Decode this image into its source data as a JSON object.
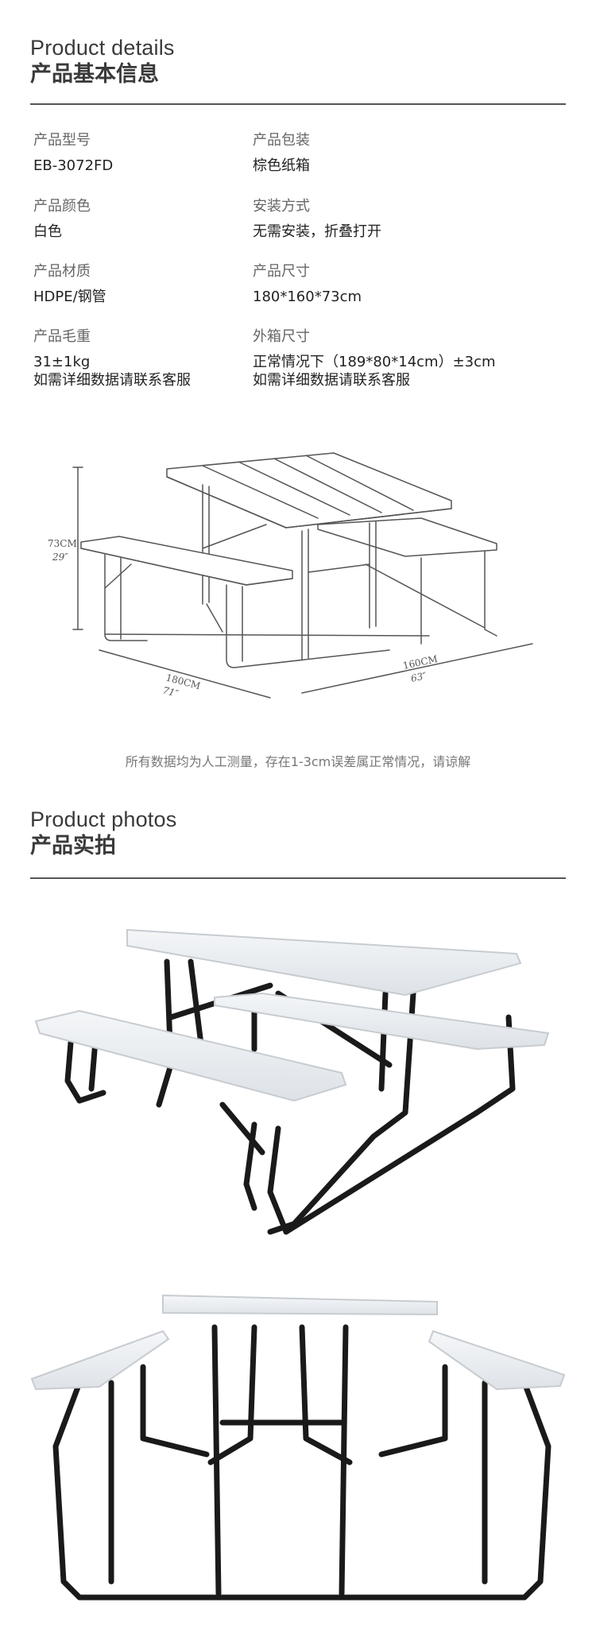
{
  "details": {
    "title_en": "Product details",
    "title_zh": "产品基本信息",
    "specs": [
      {
        "label": "产品型号",
        "value": "EB-3072FD",
        "value2": ""
      },
      {
        "label": "产品包装",
        "value": "棕色纸箱",
        "value2": ""
      },
      {
        "label": "产品颜色",
        "value": "白色",
        "value2": ""
      },
      {
        "label": "安装方式",
        "value": "无需安装，折叠打开",
        "value2": ""
      },
      {
        "label": "产品材质",
        "value": "HDPE/钢管",
        "value2": ""
      },
      {
        "label": "产品尺寸",
        "value": "180*160*73cm",
        "value2": ""
      },
      {
        "label": "产品毛重",
        "value": "31±1kg",
        "value2": "如需详细数据请联系客服"
      },
      {
        "label": "外箱尺寸",
        "value": "正常情况下（189*80*14cm）±3cm",
        "value2": "如需详细数据请联系客服"
      }
    ]
  },
  "diagram": {
    "height_cm": "73CM",
    "height_in": "29″",
    "length_cm": "180CM",
    "length_in": "71″",
    "width_cm": "160CM",
    "width_in": "63″"
  },
  "measurement_note": "所有数据均为人工测量，存在1-3cm误差属正常情况，请谅解",
  "photos": {
    "title_en": "Product photos",
    "title_zh": "产品实拍"
  }
}
